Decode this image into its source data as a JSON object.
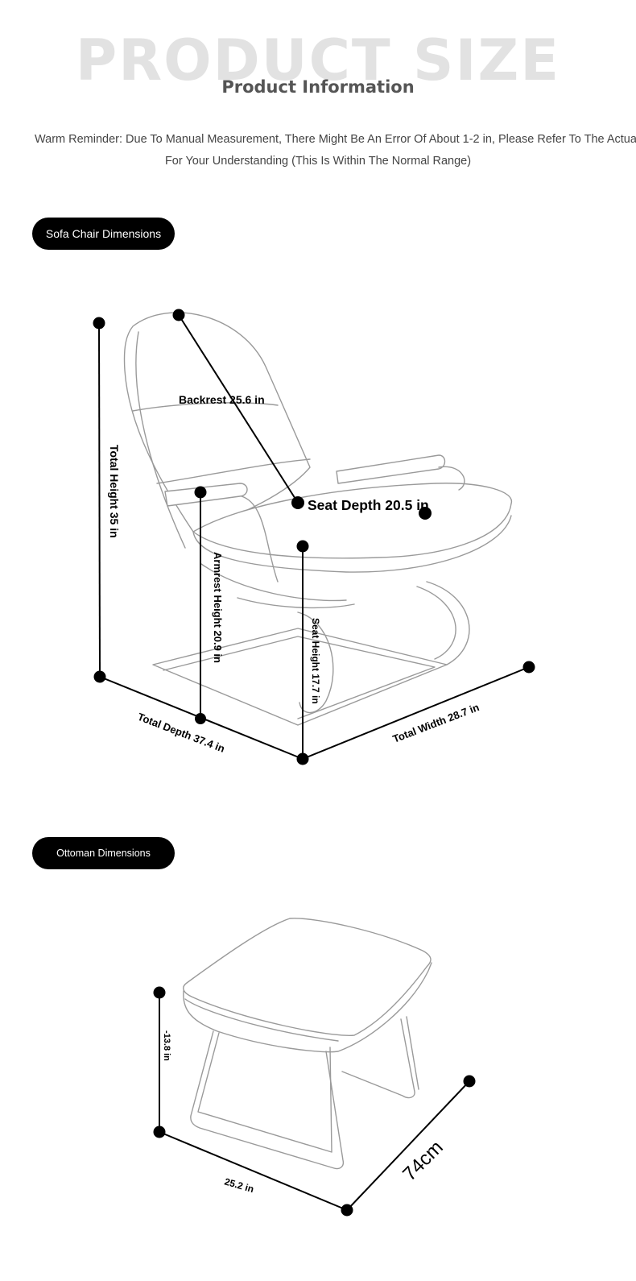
{
  "header": {
    "background_title": "PRODUCT SIZE",
    "title": "Product Information",
    "reminder_line1": "Warm Reminder: Due To Manual Measurement, There Might Be An Error Of About 1-2 in, Please Refer To The Actual Product",
    "reminder_line2": "For Your Understanding (This Is Within The Normal Range)"
  },
  "sofa": {
    "section_label": "Sofa Chair Dimensions",
    "total_height": "Total Height 35 in",
    "backrest": "Backrest 25.6 in",
    "seat_depth": "Seat Depth 20.5 in",
    "armrest_height": "Armrest Height 20.9 in",
    "seat_height": "Seat Height 17.7 in",
    "total_depth": "Total Depth 37.4 in",
    "total_width": "Total Width 28.7 in"
  },
  "ottoman": {
    "section_label": "Ottoman Dimensions",
    "height": "-13.8 in",
    "depth": "25.2 in",
    "width": "74cm"
  },
  "colors": {
    "accent": "#000000",
    "outline": "#9a9a9a",
    "watermark": "#e2e2e2"
  }
}
